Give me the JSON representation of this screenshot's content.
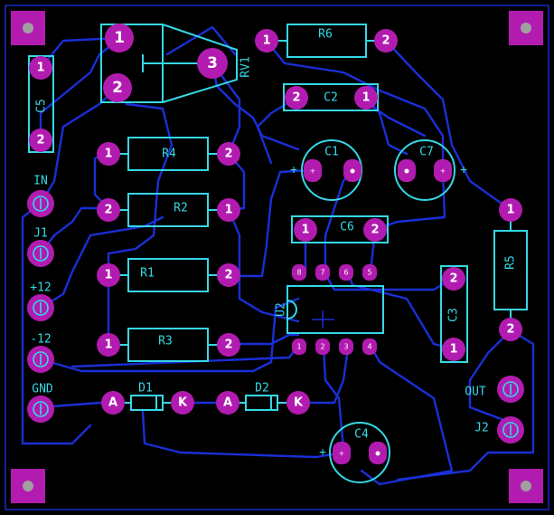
{
  "colors": {
    "background": "#000000",
    "silkscreen": "#35d8e6",
    "trace": "#1a2fd6",
    "pad": "#b21bb0",
    "pad_text": "#ffffff",
    "mounting_hole": "#a0a0a0"
  },
  "components": {
    "R1": "R1",
    "R2": "R2",
    "R3": "R3",
    "R4": "R4",
    "R5": "R5",
    "R6": "R6",
    "C1": "C1",
    "C2": "C2",
    "C3": "C3",
    "C4": "C4",
    "C5": "C5",
    "C6": "C6",
    "C7": "C7",
    "RV1": "RV1",
    "U2": "U2",
    "D1": "D1",
    "D2": "D2",
    "J1": "J1",
    "J2": "J2"
  },
  "connectors": {
    "in": "IN",
    "p12": "+12",
    "m12": "-12",
    "gnd": "GND",
    "out": "OUT"
  },
  "pins": {
    "one": "1",
    "two": "2",
    "three": "3",
    "four": "4",
    "five": "5",
    "six": "6",
    "seven": "7",
    "eight": "8",
    "anode": "A",
    "cathode": "K",
    "plus": "+"
  }
}
